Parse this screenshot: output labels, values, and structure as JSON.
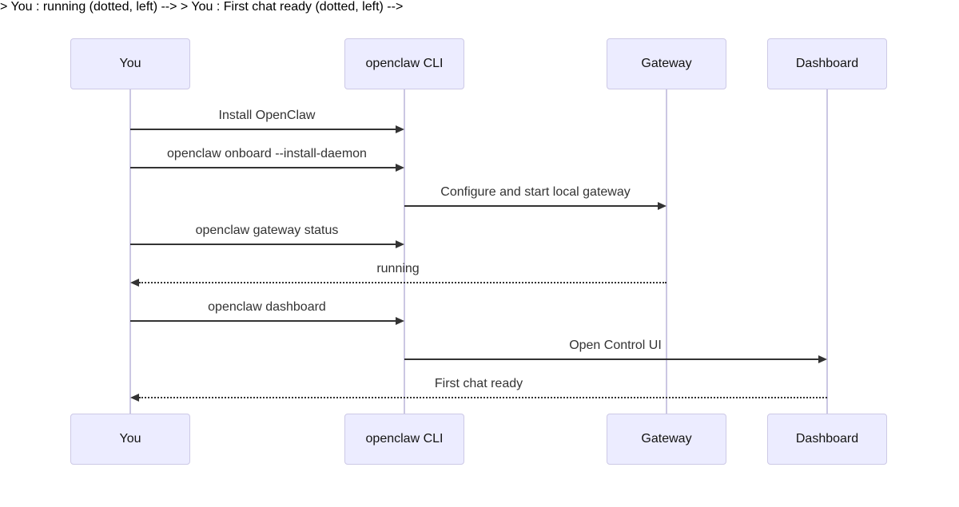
{
  "diagram": {
    "type": "sequence-diagram",
    "background": "#FFFFFF",
    "colors": {
      "actor_fill": "#ECECFF",
      "actor_border": "#CDC9E6",
      "lifeline": "#CBC7E3",
      "message_line": "#333333",
      "message_text": "#333333",
      "actor_text": "#131313"
    },
    "actors": [
      {
        "id": "you",
        "label": "You"
      },
      {
        "id": "cli",
        "label": "openclaw CLI"
      },
      {
        "id": "gateway",
        "label": "Gateway"
      },
      {
        "id": "dashboard",
        "label": "Dashboard"
      }
    ],
    "messages": [
      {
        "from": "You",
        "to": "openclaw CLI",
        "label": "Install OpenClaw",
        "line": "solid",
        "direction": "right"
      },
      {
        "from": "You",
        "to": "openclaw CLI",
        "label": "openclaw onboard --install-daemon",
        "line": "solid",
        "direction": "right"
      },
      {
        "from": "openclaw CLI",
        "to": "Gateway",
        "label": "Configure and start local gateway",
        "line": "solid",
        "direction": "right"
      },
      {
        "from": "You",
        "to": "openclaw CLI",
        "label": "openclaw gateway status",
        "line": "solid",
        "direction": "right"
      },
      {
        "from": "Gateway",
        "to": "You",
        "label": "running",
        "line": "dotted",
        "direction": "left"
      },
      {
        "from": "You",
        "to": "openclaw CLI",
        "label": "openclaw dashboard",
        "line": "solid",
        "direction": "right"
      },
      {
        "from": "openclaw CLI",
        "to": "Dashboard",
        "label": "Open Control UI",
        "line": "solid",
        "direction": "right"
      },
      {
        "from": "Dashboard",
        "to": "You",
        "label": "First chat ready",
        "line": "dotted",
        "direction": "left"
      }
    ]
  }
}
